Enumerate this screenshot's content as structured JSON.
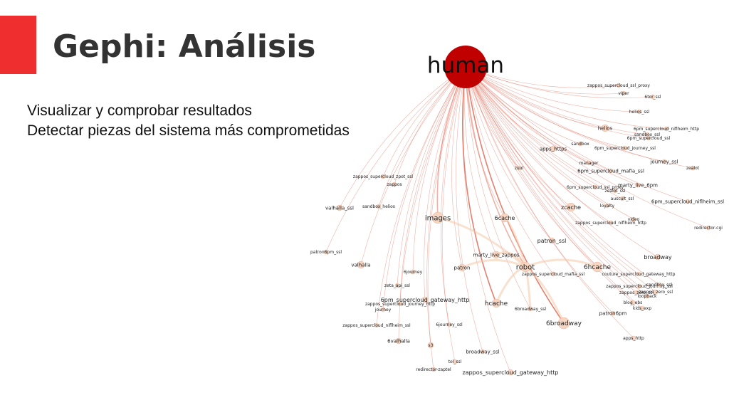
{
  "slide": {
    "title": "Gephi: Análisis",
    "bullets": [
      "Visualizar y comprobar resultados",
      "Detectar piezas del sistema más comprometidas"
    ]
  },
  "colors": {
    "accent": "#ef2f2f",
    "hub": "#c00000",
    "edge": "#d9553f",
    "node": "#f6d5c2"
  },
  "graph": {
    "hub": "human",
    "nodes": [
      "zappos_supercloud_ssl_proxy",
      "viper",
      "6tor_ssl",
      "helios_ssl",
      "6pm_supercloud_niflheim_http",
      "helios",
      "sandbox_ssl",
      "6pm_supercloud_ssl",
      "apps_https",
      "sandbox",
      "6pm_supercloud_journey_ssl",
      "journey_ssl",
      "zealot",
      "manager",
      "6pm_supercloud_mafia_ssl",
      "zuul",
      "zappos_supercloud_zpot_ssl",
      "zappos",
      "marty_live_6pm",
      "6pm_supercloud_ssl_proxy",
      "zealot_ssl",
      "auscult_ssl",
      "6pm_supercloud_niflheim_ssl",
      "zcache",
      "loyalty",
      "valhalla_ssl",
      "sandbox_helios",
      "images",
      "6cache",
      "video",
      "zappos_supercloud_niflheim_http",
      "redirector-cgi",
      "patron_ssl",
      "marty_live_zappos",
      "patron6pm_ssl",
      "broadway",
      "valhalla",
      "robot",
      "6hcache",
      "patron",
      "6journey",
      "zappos_supercloud_mafia_ssl",
      "couture_supercloud_gateway_http",
      "zeta_api_ssl",
      "zappos_supercloud_journey_ssl",
      "sandbox_ssl",
      "zappos_zero_ssl",
      "zappos_zero_ssl",
      "loopback",
      "6pm_supercloud_gateway_http",
      "zappos_supercloud_journey_http",
      "hcache",
      "blog_ebs",
      "journey",
      "6broadway_ssl",
      "kids_exp",
      "patron6pm",
      "6broadway",
      "zappos_supercloud_niflheim_ssl",
      "6journey_ssl",
      "6valhalla",
      "apps_http",
      "s3",
      "broadway_ssl",
      "tol_ssl",
      "redirector-zaptel",
      "zappos_supercloud_gateway_http"
    ]
  }
}
